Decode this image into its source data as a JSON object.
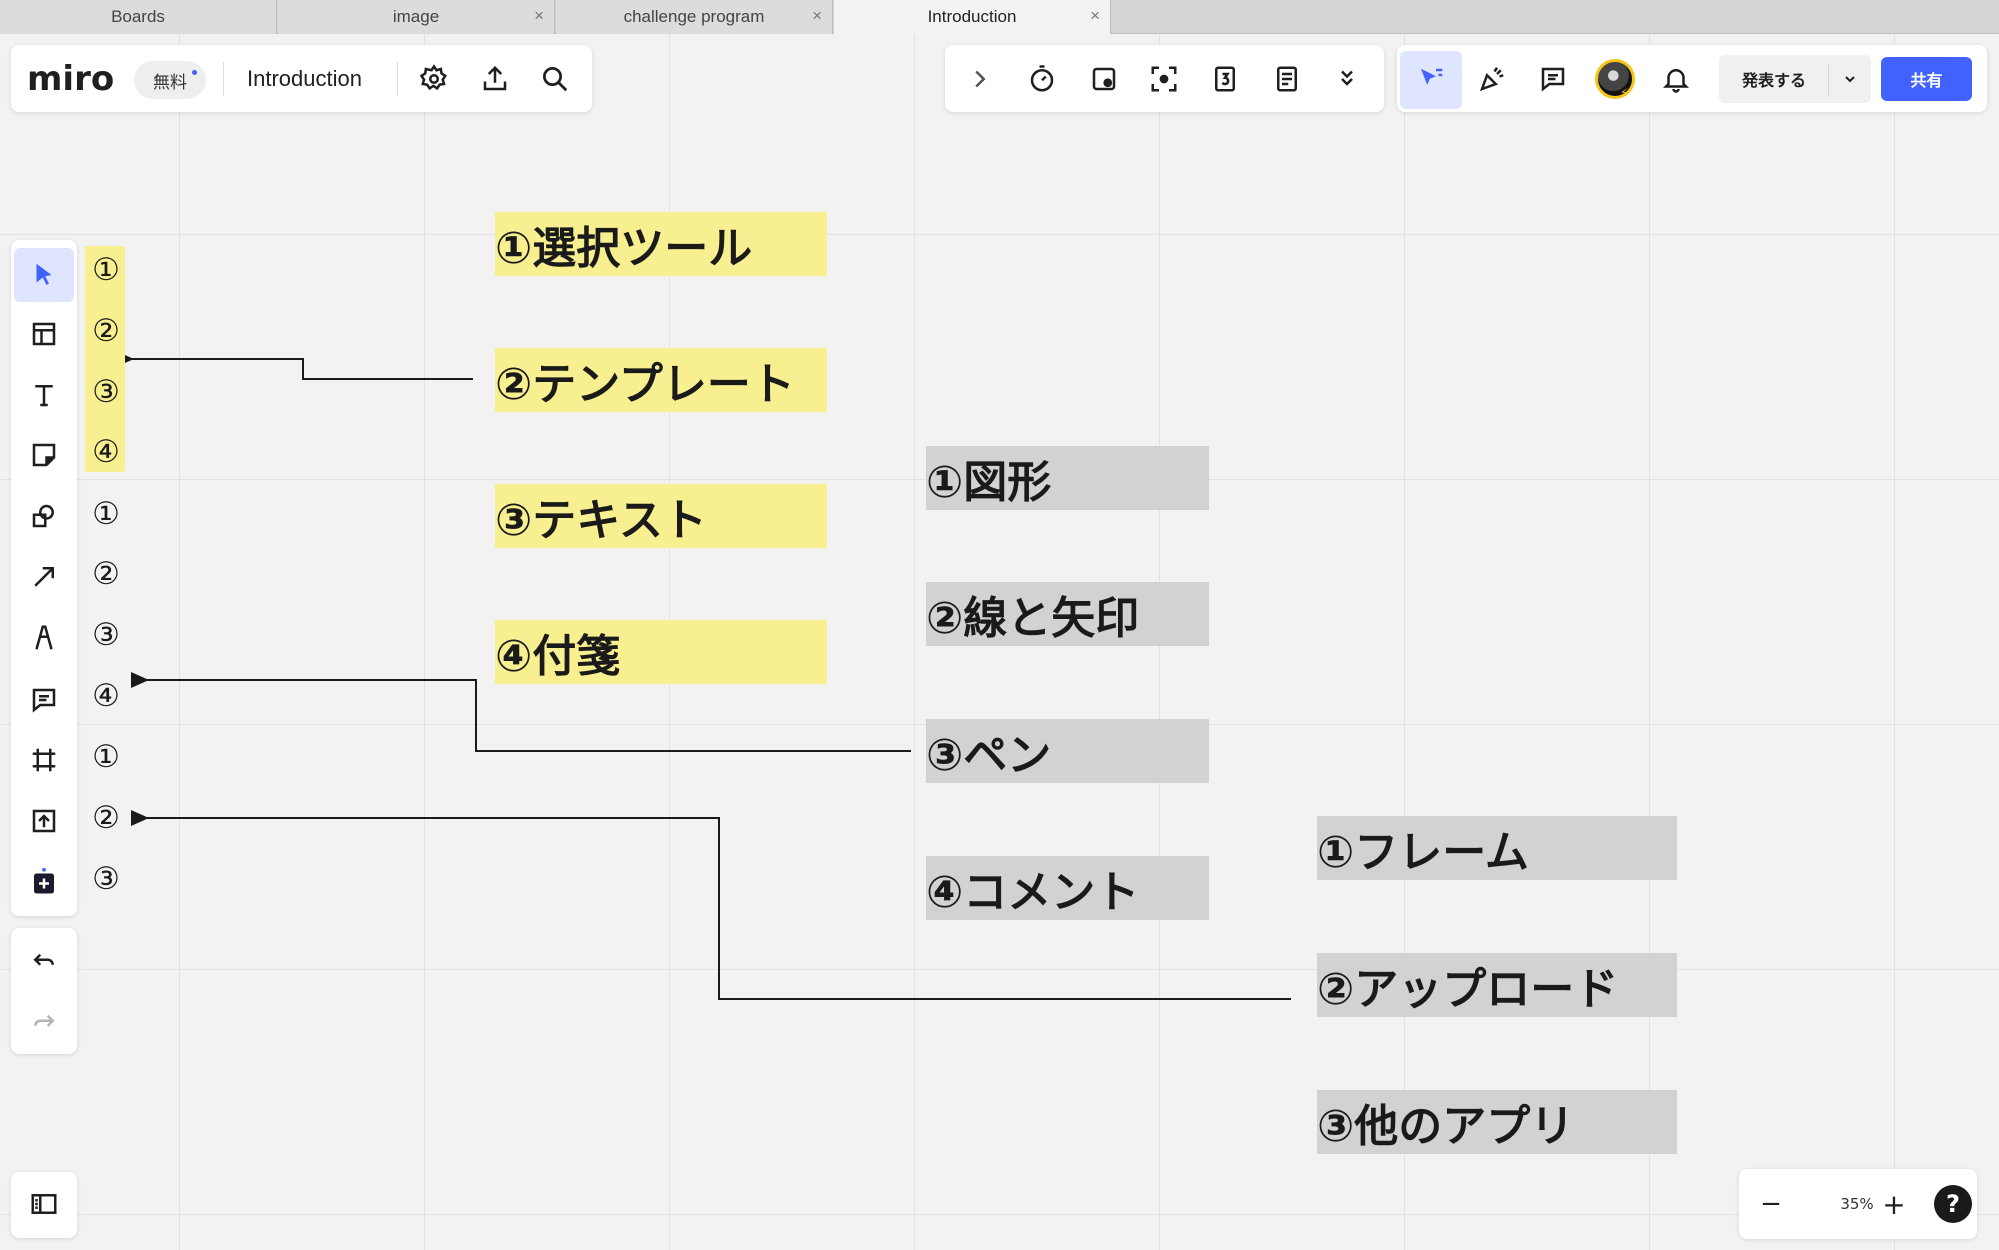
{
  "browser_tabs": [
    {
      "label": "Boards",
      "closable": false,
      "active": false
    },
    {
      "label": "image",
      "closable": true,
      "active": false
    },
    {
      "label": "challenge program",
      "closable": true,
      "active": false
    },
    {
      "label": "Introduction",
      "closable": true,
      "active": true
    }
  ],
  "tab_close_glyph": "×",
  "header": {
    "logo": "miro",
    "plan_badge": "無料",
    "board_title": "Introduction",
    "icons": [
      "gear-icon",
      "upload-icon",
      "search-icon"
    ]
  },
  "top_tools": {
    "icons": [
      "chevron-right-icon",
      "timer-icon",
      "card-icon",
      "focus-icon",
      "counter-icon",
      "notes-icon",
      "double-chevron-down-icon"
    ]
  },
  "collab_bar": {
    "icons": [
      "reactions-cursor-icon",
      "celebrate-icon",
      "comment-icon",
      "avatar",
      "bell-icon"
    ],
    "present_label": "発表する",
    "share_label": "共有"
  },
  "left_toolbar": {
    "tools": [
      "select-icon",
      "template-icon",
      "text-icon",
      "sticky-note-icon",
      "shapes-icon",
      "arrow-line-icon",
      "pen-icon",
      "comment-icon",
      "frame-icon",
      "upload-icon",
      "apps-icon"
    ],
    "history": [
      "undo-icon",
      "redo-icon"
    ],
    "bottom": "panel-icon",
    "active_tool": "select-icon",
    "accent": "#4262ff"
  },
  "tool_numbers": [
    "①",
    "②",
    "③",
    "④",
    "①",
    "②",
    "③",
    "④",
    "①",
    "②",
    "③"
  ],
  "stickies": {
    "group1": [
      "①選択ツール",
      "②テンプレート",
      "③テキスト",
      "④付箋"
    ],
    "group2": [
      "①図形",
      "②線と矢印",
      "③ペン",
      "④コメント"
    ],
    "group3": [
      "①フレーム",
      "②アップロード",
      "③他のアプリ"
    ]
  },
  "colors": {
    "yellow_sticky": "#f8f090",
    "gray_sticky": "#d2d2d2",
    "primary": "#4262ff"
  },
  "zoom": {
    "minus": "−",
    "value": "35%",
    "plus": "+",
    "help": "?"
  }
}
